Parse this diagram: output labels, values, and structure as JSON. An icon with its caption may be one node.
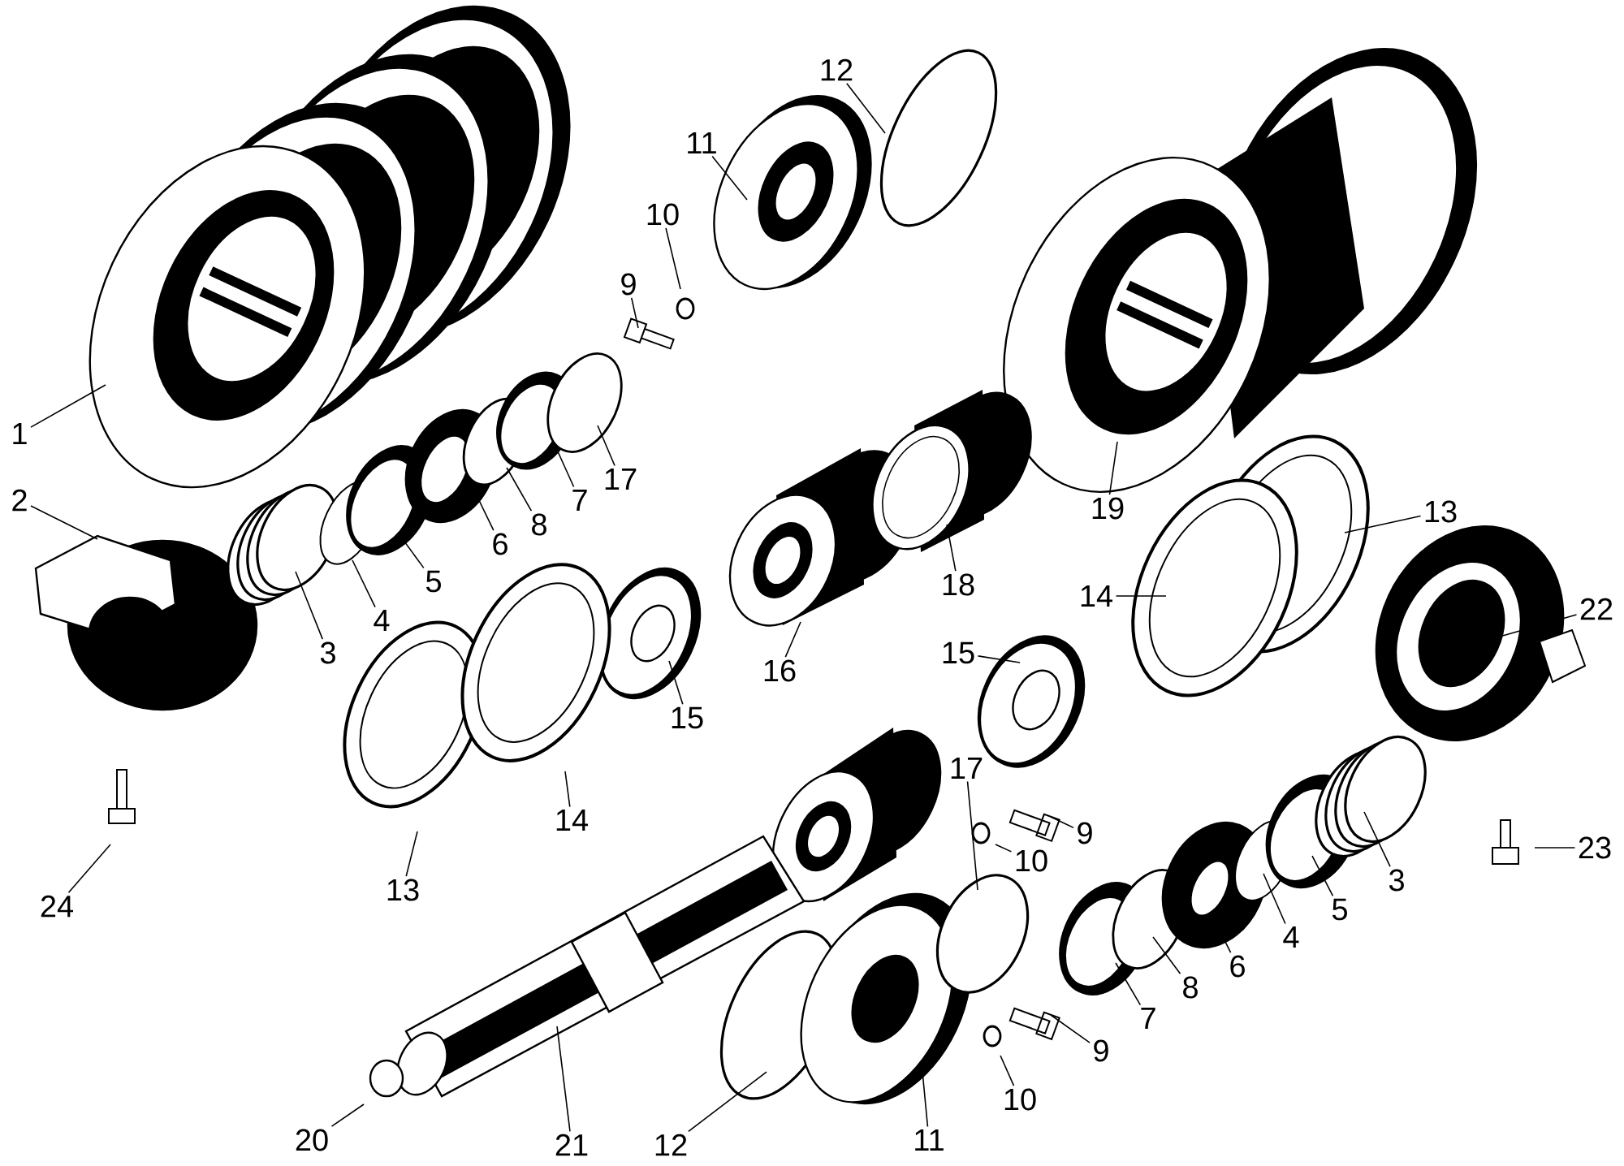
{
  "diagram": {
    "nodes": [
      {
        "text": [
          "12"
        ]
      },
      {
        "text": [
          "11"
        ]
      },
      {
        "text": [
          "10"
        ]
      },
      {
        "text": [
          "9"
        ]
      },
      {
        "text": [
          "1"
        ]
      },
      {
        "text": [
          "17"
        ]
      },
      {
        "text": [
          "7"
        ]
      },
      {
        "text": [
          "2"
        ]
      },
      {
        "text": [
          "8"
        ]
      },
      {
        "text": [
          "19"
        ]
      },
      {
        "text": [
          "13"
        ]
      },
      {
        "text": [
          "6"
        ]
      },
      {
        "text": [
          "5"
        ]
      },
      {
        "text": [
          "18"
        ]
      },
      {
        "text": [
          "14"
        ]
      },
      {
        "text": [
          "22"
        ]
      },
      {
        "text": [
          "4"
        ]
      },
      {
        "text": [
          "15"
        ]
      },
      {
        "text": [
          "3"
        ]
      },
      {
        "text": [
          "16"
        ]
      },
      {
        "text": [
          "15"
        ]
      },
      {
        "text": [
          "17"
        ]
      },
      {
        "text": [
          "14"
        ]
      },
      {
        "text": [
          "9"
        ]
      },
      {
        "text": [
          "23"
        ]
      },
      {
        "text": [
          "10"
        ]
      },
      {
        "text": [
          "3"
        ]
      },
      {
        "text": [
          "13"
        ]
      },
      {
        "text": [
          "24"
        ]
      },
      {
        "text": [
          "5"
        ]
      },
      {
        "text": [
          "4"
        ]
      },
      {
        "text": [
          "6"
        ]
      },
      {
        "text": [
          "8"
        ]
      },
      {
        "text": [
          "7"
        ]
      },
      {
        "text": [
          "9"
        ]
      },
      {
        "text": [
          "10"
        ]
      },
      {
        "text": [
          "11"
        ]
      },
      {
        "text": [
          "20"
        ]
      },
      {
        "text": [
          "21"
        ]
      },
      {
        "text": [
          "12"
        ]
      }
    ],
    "edges": [
      {
        "from": 0,
        "to": null,
        "arrow": "none"
      },
      {
        "from": 1,
        "to": null,
        "arrow": "none"
      },
      {
        "from": 2,
        "to": null,
        "arrow": "none"
      },
      {
        "from": 3,
        "to": null,
        "arrow": "none"
      },
      {
        "from": 4,
        "to": null,
        "arrow": "none"
      },
      {
        "from": 5,
        "to": null,
        "arrow": "none"
      },
      {
        "from": 6,
        "to": null,
        "arrow": "none"
      },
      {
        "from": 7,
        "to": null,
        "arrow": "none"
      },
      {
        "from": 8,
        "to": null,
        "arrow": "none"
      },
      {
        "from": 9,
        "to": null,
        "arrow": "none"
      },
      {
        "from": 10,
        "to": null,
        "arrow": "none"
      },
      {
        "from": 11,
        "to": null,
        "arrow": "none"
      },
      {
        "from": 12,
        "to": null,
        "arrow": "none"
      },
      {
        "from": 13,
        "to": null,
        "arrow": "none"
      },
      {
        "from": 14,
        "to": null,
        "arrow": "none"
      },
      {
        "from": 15,
        "to": null,
        "arrow": "none"
      },
      {
        "from": 16,
        "to": null,
        "arrow": "none"
      },
      {
        "from": 17,
        "to": null,
        "arrow": "none"
      },
      {
        "from": 18,
        "to": null,
        "arrow": "none"
      },
      {
        "from": 19,
        "to": null,
        "arrow": "none"
      },
      {
        "from": 20,
        "to": null,
        "arrow": "none"
      },
      {
        "from": 21,
        "to": null,
        "arrow": "none"
      },
      {
        "from": 22,
        "to": null,
        "arrow": "none"
      },
      {
        "from": 23,
        "to": null,
        "arrow": "none"
      },
      {
        "from": 24,
        "to": null,
        "arrow": "none"
      },
      {
        "from": 25,
        "to": null,
        "arrow": "none"
      },
      {
        "from": 26,
        "to": null,
        "arrow": "none"
      },
      {
        "from": 27,
        "to": null,
        "arrow": "none"
      },
      {
        "from": 28,
        "to": null,
        "arrow": "none"
      },
      {
        "from": 29,
        "to": null,
        "arrow": "none"
      },
      {
        "from": 30,
        "to": null,
        "arrow": "none"
      },
      {
        "from": 31,
        "to": null,
        "arrow": "none"
      },
      {
        "from": 32,
        "to": null,
        "arrow": "none"
      },
      {
        "from": 33,
        "to": null,
        "arrow": "none"
      },
      {
        "from": 34,
        "to": null,
        "arrow": "none"
      },
      {
        "from": 35,
        "to": null,
        "arrow": "none"
      },
      {
        "from": 36,
        "to": null,
        "arrow": "none"
      },
      {
        "from": 37,
        "to": null,
        "arrow": "none"
      },
      {
        "from": 38,
        "to": null,
        "arrow": "none"
      },
      {
        "from": 39,
        "to": null,
        "arrow": "none"
      }
    ]
  }
}
